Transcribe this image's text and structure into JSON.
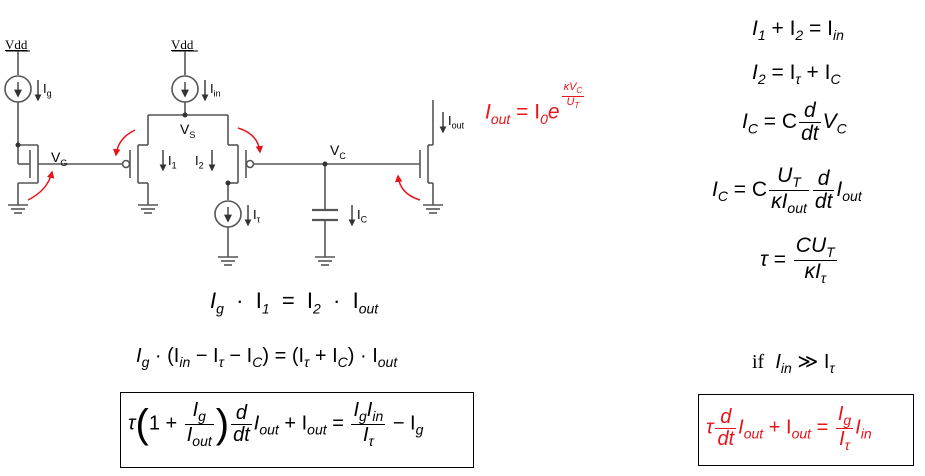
{
  "circuit": {
    "vdd_left": "Vdd",
    "vdd_mid": "Vdd",
    "source_ig": "I",
    "source_ig_sub": "g",
    "source_iin": "I",
    "source_iin_sub": "in",
    "node_vg": "V",
    "node_vg_sub": "G",
    "node_vs": "V",
    "node_vs_sub": "S",
    "node_vc": "V",
    "node_vc_sub": "C",
    "current_i1": "I",
    "current_i1_sub": "1",
    "current_i2": "I",
    "current_i2_sub": "2",
    "source_itau": "I",
    "source_itau_sub": "τ",
    "cap_ic": "I",
    "cap_ic_sub": "C",
    "out_iout": "I",
    "out_iout_sub": "out",
    "colors": {
      "wire": "#555555",
      "arrow": "#e8141b"
    }
  },
  "equations": {
    "exp_law": {
      "lhs": "I",
      "lhs_sub": "out",
      "eq": " = I",
      "i0_sub": "0",
      "e": "e",
      "exp_num": "κV",
      "exp_num_sub": "C",
      "exp_den": "U",
      "exp_den_sub": "T"
    },
    "kcl1": {
      "a": "I",
      "a_sub": "1",
      "plus": " + I",
      "b_sub": "2",
      "eq": " = I",
      "c_sub": "in"
    },
    "kcl2": {
      "a": "I",
      "a_sub": "2",
      "eq": " = I",
      "b_sub": "τ",
      "plus": " + I",
      "c_sub": "C"
    },
    "cap1": {
      "a": "I",
      "a_sub": "C",
      "eq": " = C",
      "d_num": "d",
      "d_den": "dt",
      "v": "V",
      "v_sub": "C"
    },
    "cap2": {
      "a": "I",
      "a_sub": "C",
      "eq": " = C",
      "num": "U",
      "num_sub": "T",
      "den": "κI",
      "den_sub": "out",
      "d_num": "d",
      "d_den": "dt",
      "i": "I",
      "i_sub": "out"
    },
    "tau_def": {
      "lhs": "τ",
      "eq": " = ",
      "num": "CU",
      "num_sub": "T",
      "den": "κI",
      "den_sub": "τ"
    },
    "translinear": {
      "a": "I",
      "a_sub": "g",
      "dot1": "  ·  I",
      "b_sub": "1",
      "eq": "  =  I",
      "c_sub": "2",
      "dot2": "  ·  I",
      "d_sub": "out"
    },
    "expanded": {
      "text_a": "I",
      "a_sub": "g",
      "p1": " · (I",
      "in_sub": "in",
      "m1": " − I",
      "t_sub": "τ",
      "m2": " − I",
      "c_sub": "C",
      "p2": ") = (I",
      "t2_sub": "τ",
      "p3": " + I",
      "c2_sub": "C",
      "p4": ") · I",
      "out_sub": "out"
    },
    "condition": {
      "if": "if",
      "a": "I",
      "a_sub": "in",
      "gg": " ≫ I",
      "b_sub": "τ"
    },
    "final_black": {
      "tau": "τ",
      "one": "1 + ",
      "num": "I",
      "num_sub": "g",
      "den": "I",
      "den_sub": "out",
      "d_num": "d",
      "d_den": "dt",
      "i1": "I",
      "i1_sub": "out",
      "plus": " + I",
      "i2_sub": "out",
      "eq": " = ",
      "f_num": "I",
      "f_num_sub": "g",
      "f_num2": "I",
      "f_num2_sub": "in",
      "f_den": "I",
      "f_den_sub": "τ",
      "minus": " − I",
      "g_sub": "g"
    },
    "final_red": {
      "tau": "τ",
      "d_num": "d",
      "d_den": "dt",
      "i1": "I",
      "i1_sub": "out",
      "plus": " + I",
      "i2_sub": "out",
      "eq": " = ",
      "f_num": "I",
      "f_num_sub": "g",
      "f_den": "I",
      "f_den_sub": "τ",
      "i3": "I",
      "i3_sub": "in"
    }
  }
}
